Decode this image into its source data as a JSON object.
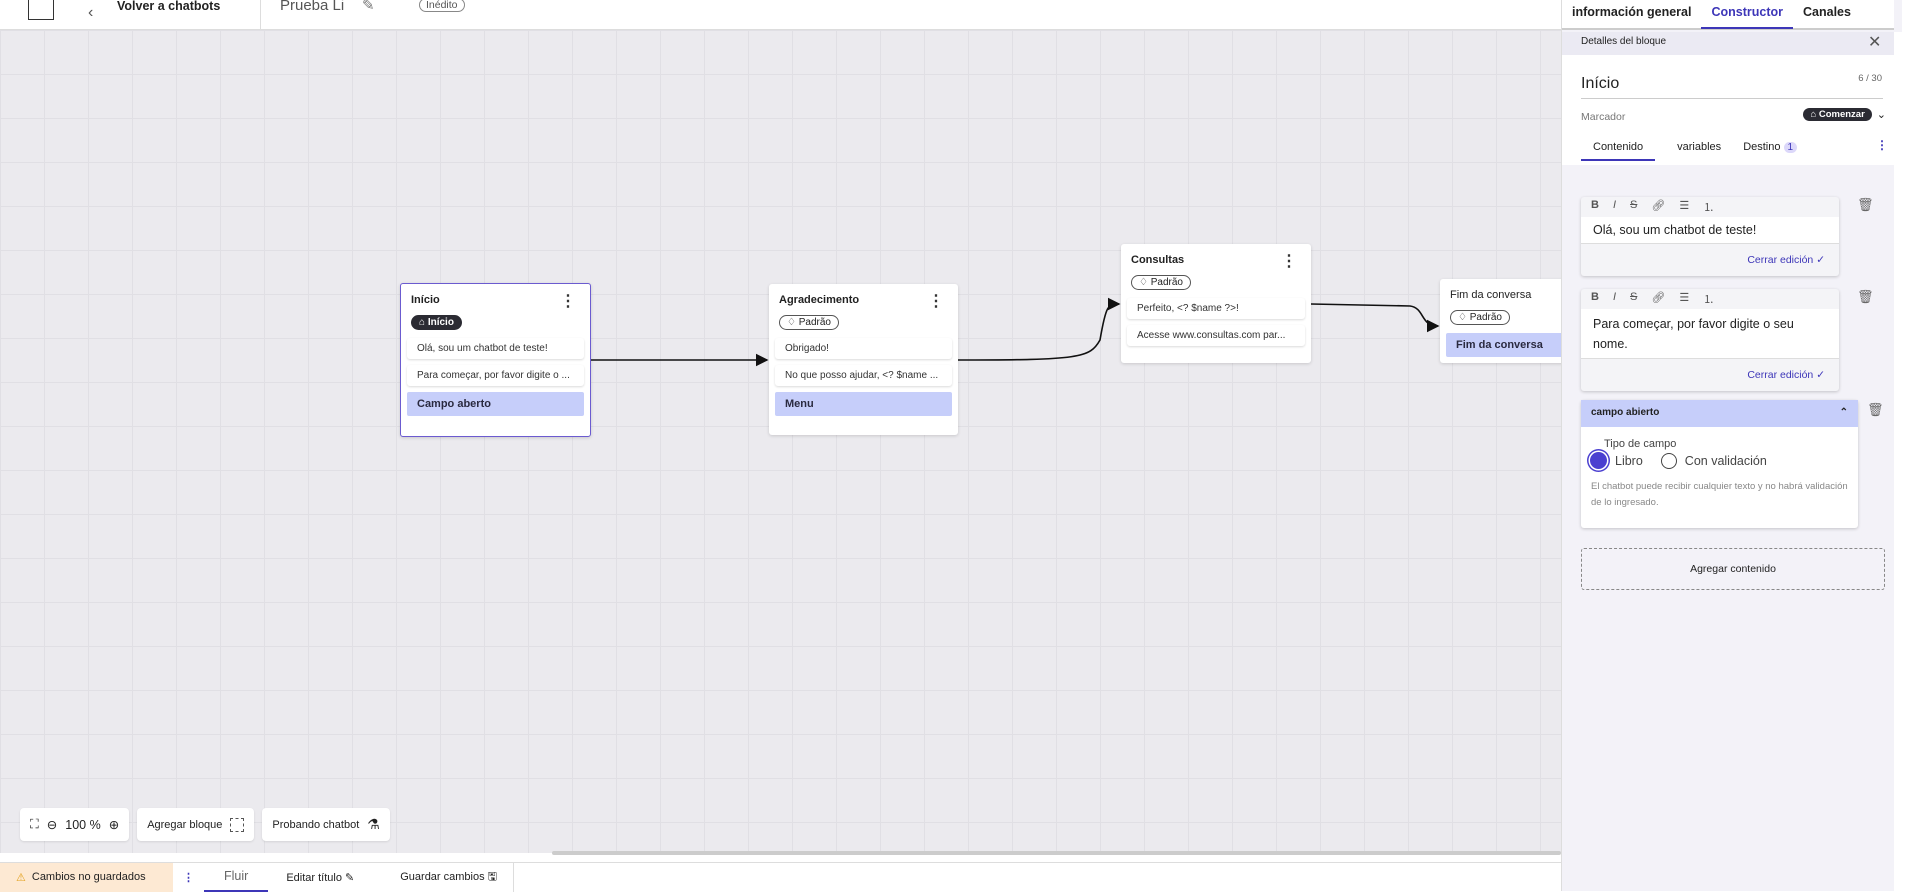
{
  "header": {
    "back_label": "Volver a chatbots",
    "title": "Prueba Li",
    "status_badge": "Inédito"
  },
  "canvas": {
    "nodes": [
      {
        "title": "Início",
        "tag": "Início",
        "tag_icon": "home-icon",
        "messages": [
          "Olá, sou um chatbot de teste!",
          "Para começar, por favor digite o ..."
        ],
        "field": "Campo aberto",
        "selected": true
      },
      {
        "title": "Agradecimento",
        "tag": "Padrão",
        "tag_icon": "tag-icon",
        "messages": [
          "Obrigado!",
          "No que posso ajudar, <? $name ..."
        ],
        "field": "Menu"
      },
      {
        "title": "Consultas",
        "tag": "Padrão",
        "tag_icon": "tag-icon",
        "messages": [
          "Perfeito, <? $name ?>!",
          "Acesse www.consultas.com par..."
        ]
      },
      {
        "title": "Fim da conversa",
        "tag": "Padrão",
        "tag_icon": "tag-icon",
        "field": "Fim da conversa"
      }
    ]
  },
  "toolbar": {
    "zoom": "100 %",
    "add_block": "Agregar bloque",
    "test_chatbot": "Probando chatbot"
  },
  "bottombar": {
    "unsaved": "Cambios no guardados",
    "flow_tab": "Fluir",
    "edit_title": "Editar título",
    "save": "Guardar cambios"
  },
  "panel": {
    "tabs": [
      "información general",
      "Constructor",
      "Canales"
    ],
    "active_tab": "Constructor",
    "section_title": "Detalles del bloque",
    "block_name": "Início",
    "char_count": "6 / 30",
    "marker_label": "Marcador",
    "marker_value": "Comenzar",
    "subtabs": [
      "Contenido",
      "variables",
      "Destino"
    ],
    "destino_count": "1",
    "editors": [
      {
        "text": "Olá, sou um chatbot de teste!",
        "close": "Cerrar edición"
      },
      {
        "text": "Para começar, por favor digite o seu nome.",
        "close": "Cerrar edición"
      }
    ],
    "open_field": {
      "title": "campo abierto",
      "type_label": "Tipo de campo",
      "options": [
        "Libro",
        "Con validación"
      ],
      "selected": "Libro",
      "help": "El chatbot puede recibir cualquier texto y no habrá validación de lo ingresado."
    },
    "add_content": "Agregar contenido"
  },
  "colors": {
    "accent": "#3d36b8",
    "field": "#c6cefa",
    "warning_bg": "#fde9d3"
  }
}
